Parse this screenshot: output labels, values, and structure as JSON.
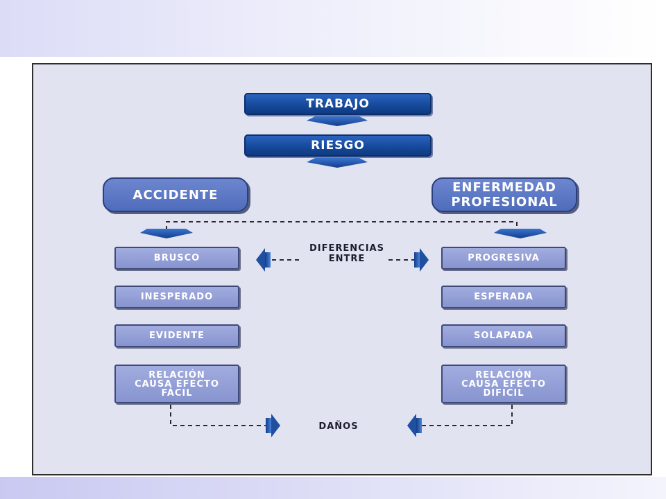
{
  "diagram": {
    "top": {
      "trabajo": "TRABAJO",
      "riesgo": "RIESGO"
    },
    "left_header": "ACCIDENTE",
    "right_header_line1": "ENFERMEDAD",
    "right_header_line2": "PROFESIONAL",
    "center_label_line1": "DIFERENCIAS",
    "center_label_line2": "ENTRE",
    "bottom_label": "DAÑOS",
    "left_items": [
      {
        "lines": [
          "BRUSCO"
        ]
      },
      {
        "lines": [
          "INESPERADO"
        ]
      },
      {
        "lines": [
          "EVIDENTE"
        ]
      },
      {
        "lines": [
          "RELACIÓN",
          "CAUSA EFECTO",
          "FÁCIL"
        ]
      }
    ],
    "right_items": [
      {
        "lines": [
          "PROGRESIVA"
        ]
      },
      {
        "lines": [
          "ESPERADA"
        ]
      },
      {
        "lines": [
          "SOLAPADA"
        ]
      },
      {
        "lines": [
          "RELACIÓN",
          "CAUSA EFECTO",
          "DIFICIL"
        ]
      }
    ]
  }
}
